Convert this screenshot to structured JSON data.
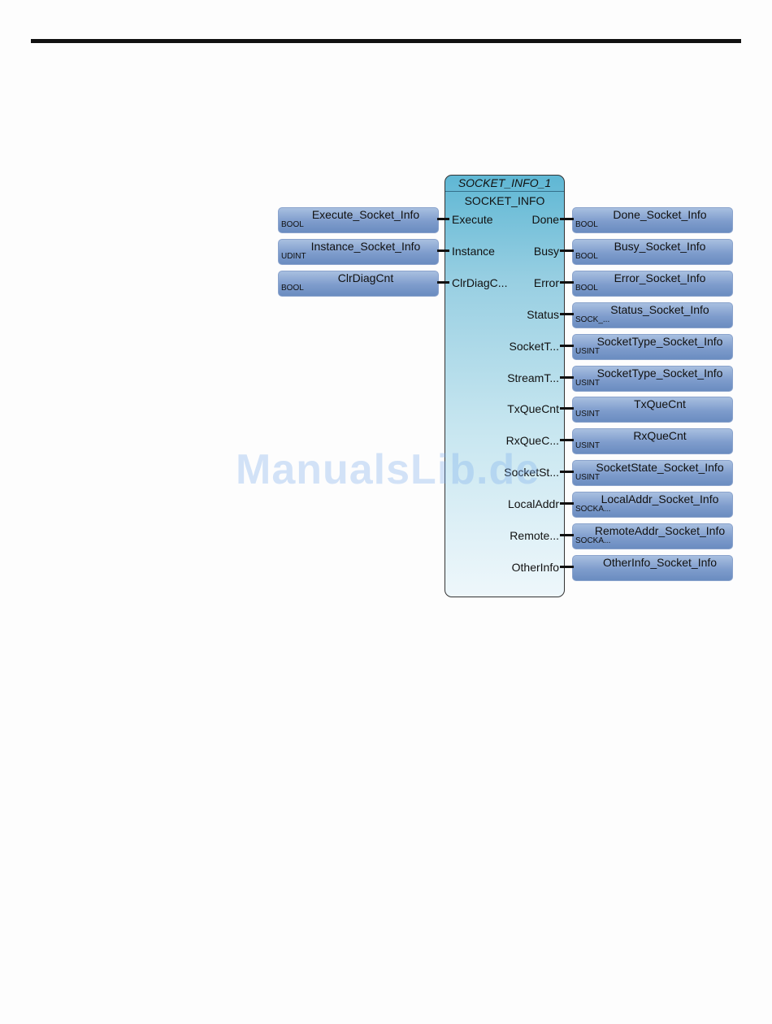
{
  "block": {
    "instance_name": "SOCKET_INFO_1",
    "type_name": "SOCKET_INFO"
  },
  "inputs": [
    {
      "pin": "Execute",
      "tag": "Execute_Socket_Info",
      "datatype": "BOOL"
    },
    {
      "pin": "Instance",
      "tag": "Instance_Socket_Info",
      "datatype": "UDINT"
    },
    {
      "pin": "ClrDiagC...",
      "tag": "ClrDiagCnt",
      "datatype": "BOOL"
    }
  ],
  "outputs": [
    {
      "pin": "Done",
      "tag": "Done_Socket_Info",
      "datatype": "BOOL"
    },
    {
      "pin": "Busy",
      "tag": "Busy_Socket_Info",
      "datatype": "BOOL"
    },
    {
      "pin": "Error",
      "tag": "Error_Socket_Info",
      "datatype": "BOOL"
    },
    {
      "pin": "Status",
      "tag": "Status_Socket_Info",
      "datatype": "SOCK_..."
    },
    {
      "pin": "SocketT...",
      "tag": "SocketType_Socket_Info",
      "datatype": "USINT"
    },
    {
      "pin": "StreamT...",
      "tag": "SocketType_Socket_Info",
      "datatype": "USINT"
    },
    {
      "pin": "TxQueCnt",
      "tag": "TxQueCnt",
      "datatype": "USINT"
    },
    {
      "pin": "RxQueC...",
      "tag": "RxQueCnt",
      "datatype": "USINT"
    },
    {
      "pin": "SocketSt...",
      "tag": "SocketState_Socket_Info",
      "datatype": "USINT"
    },
    {
      "pin": "LocalAddr",
      "tag": "LocalAddr_Socket_Info",
      "datatype": "SOCKA..."
    },
    {
      "pin": "Remote...",
      "tag": "RemoteAddr_Socket_Info",
      "datatype": "SOCKA..."
    },
    {
      "pin": "OtherInfo",
      "tag": "OtherInfo_Socket_Info",
      "datatype": ""
    }
  ],
  "watermark": "ManualsLib.de"
}
